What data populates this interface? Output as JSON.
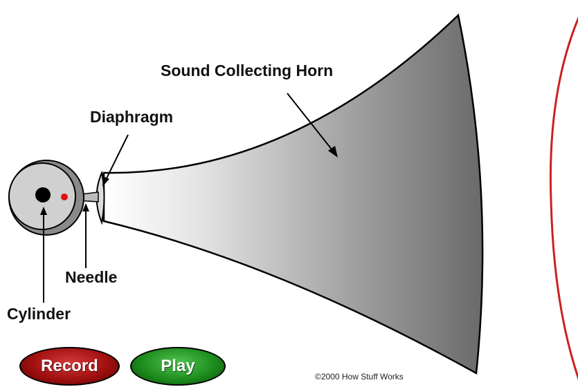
{
  "labels": {
    "horn": "Sound Collecting Horn",
    "diaphragm": "Diaphragm",
    "needle": "Needle",
    "cylinder": "Cylinder"
  },
  "buttons": {
    "record": "Record",
    "play": "Play"
  },
  "copyright": "©2000 How Stuff Works",
  "colors": {
    "record_button": "#a01010",
    "play_button": "#1e8d1e",
    "cylinder_dot": "#e01010",
    "outline_circle": "#cc2020"
  }
}
